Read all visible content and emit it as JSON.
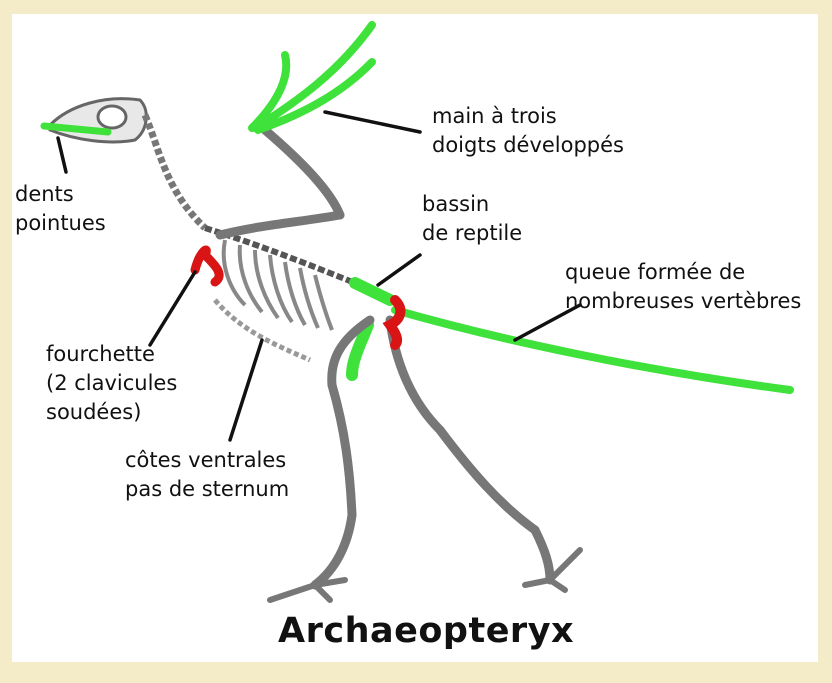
{
  "title": "Archaeopteryx",
  "labels": {
    "hand": "main à trois\ndoigts développés",
    "teeth": "dents\npointues",
    "pelvis": "bassin\nde reptile",
    "tail": "queue formée de\nnombreuses vertèbres",
    "furcula": "fourchette\n(2 clavicules\nsoudées)",
    "ribs": "côtes ventrales\npas de sternum"
  },
  "colors": {
    "highlight_green": "#3ee23a",
    "highlight_red": "#d81414",
    "bone": "#8a8a8a",
    "background": "#f4ecc9"
  }
}
